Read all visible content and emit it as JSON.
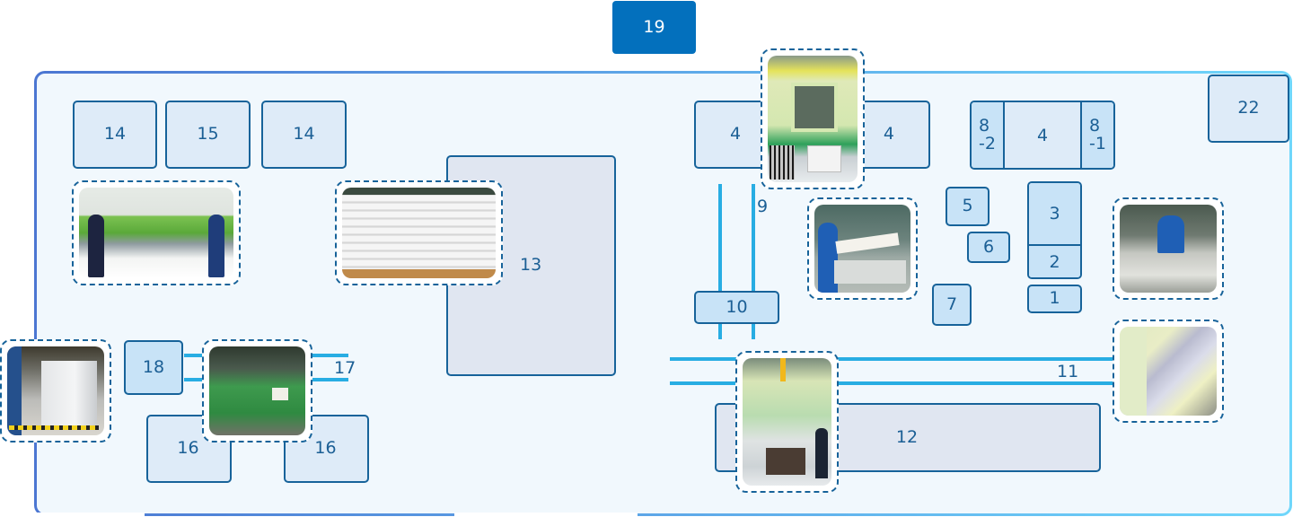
{
  "title": "Factory floor layout",
  "colors": {
    "box_border": "#17639a",
    "box_light": "#deebf8",
    "box_mid": "#c8e3f7",
    "box_large": "#e0e6f1",
    "box_highlight": "#0370bd",
    "conveyor_line": "#28ade3",
    "frame_left": "#4b76d2",
    "frame_right": "#6fd7fb",
    "floor": "#f1f8fd"
  },
  "areas": {
    "a19": "19",
    "a14_left": "14",
    "a15": "15",
    "a14_right": "14",
    "a13": "13",
    "a4_left": "4",
    "a4_right": "4",
    "a8_2": "8\n-2",
    "a4_center": "4",
    "a8_1": "8\n-1",
    "a22": "22",
    "a9": "9",
    "a10": "10",
    "a5": "5",
    "a6": "6",
    "a7": "7",
    "a3": "3",
    "a2": "2",
    "a1": "1",
    "a11": "11",
    "a12": "12",
    "a18": "18",
    "a17": "17",
    "a16_left": "16",
    "a16_right": "16"
  },
  "photos": [
    {
      "name": "forming-press-operators",
      "scene": "workers at green forming press"
    },
    {
      "name": "stacked-panels",
      "scene": "white panels stacked on pallets"
    },
    {
      "name": "hydraulic-press-main",
      "scene": "large green hydraulic press"
    },
    {
      "name": "worker-lifting-panel",
      "scene": "worker handling white panel"
    },
    {
      "name": "worker-spreading-mat",
      "scene": "worker spreading fiber mat"
    },
    {
      "name": "resin-mixing",
      "scene": "material in lined container"
    },
    {
      "name": "press-mold-crane",
      "scene": "mold lifted by crane at press"
    },
    {
      "name": "wrapped-pallet",
      "scene": "stretch-wrapped pallet"
    },
    {
      "name": "green-machine",
      "scene": "green machinery line"
    }
  ]
}
